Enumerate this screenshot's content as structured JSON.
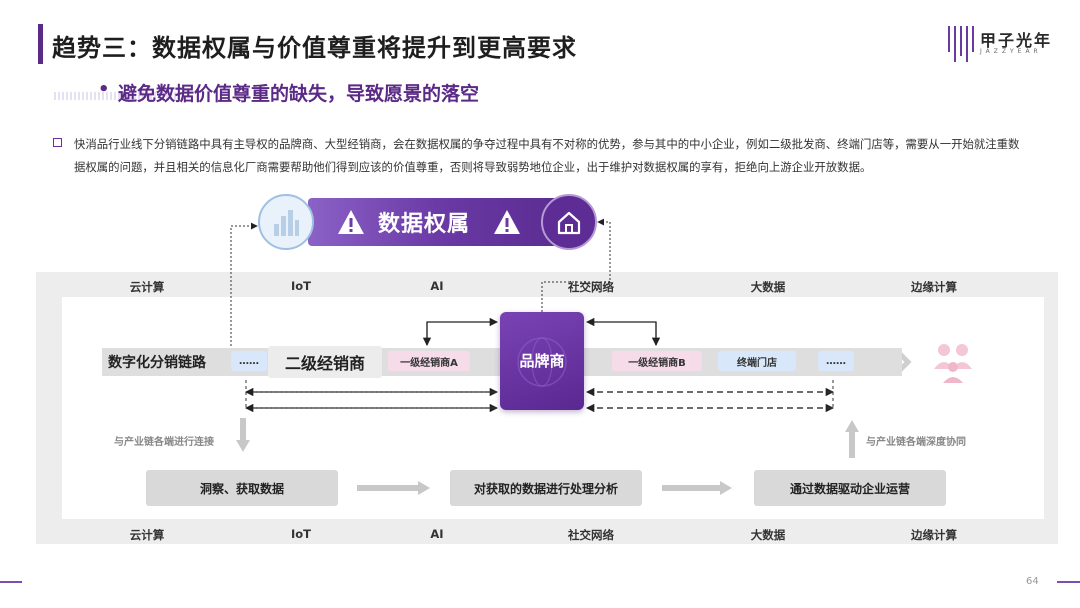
{
  "header": {
    "title": "趋势三：数据权属与价值尊重将提升到更高要求",
    "brand_name": "甲子光年",
    "brand_sub": "JAZZYEAR"
  },
  "subtitle": {
    "bullet": "•",
    "text": "避免数据价值尊重的缺失，导致愿景的落空"
  },
  "paragraph": "快消品行业线下分销链路中具有主导权的品牌商、大型经销商，会在数据权属的争夺过程中具有不对称的优势，参与其中的中小企业，例如二级批发商、终端门店等，需要从一开始就注重数据权属的问题，并且相关的信息化厂商需要帮助他们得到应该的价值尊重，否则将导致弱势地位企业，出于维护对数据权属的享有，拒绝向上游企业开放数据。",
  "banner": {
    "title": "数据权属",
    "left_icon": "building-chart-icon",
    "right_icon": "house-icon",
    "warning_icon": "warning-icon"
  },
  "tech_labels_top": [
    "云计算",
    "IoT",
    "AI",
    "社交网络",
    "大数据",
    "边缘计算"
  ],
  "tech_labels_bottom": [
    "云计算",
    "IoT",
    "AI",
    "社交网络",
    "大数据",
    "边缘计算"
  ],
  "chain": {
    "label": "数字化分销链路",
    "dots_left": "……",
    "secondary": "二级经销商",
    "dist_a": "一级经销商A",
    "brand": "品牌商",
    "dist_b": "一级经销商B",
    "store": "终端门店",
    "dots_right": "……"
  },
  "side_notes": {
    "left": "与产业链各端进行连接",
    "right": "与产业链各端深度协同"
  },
  "process": [
    "洞察、获取数据",
    "对获取的数据进行处理分析",
    "通过数据驱动企业运营"
  ],
  "colors": {
    "accent": "#5b2a86",
    "brand_box": "#6a34a4",
    "pill_blue": "#d8e8fa",
    "pill_pink": "#f6dce9"
  },
  "page_number": "64"
}
